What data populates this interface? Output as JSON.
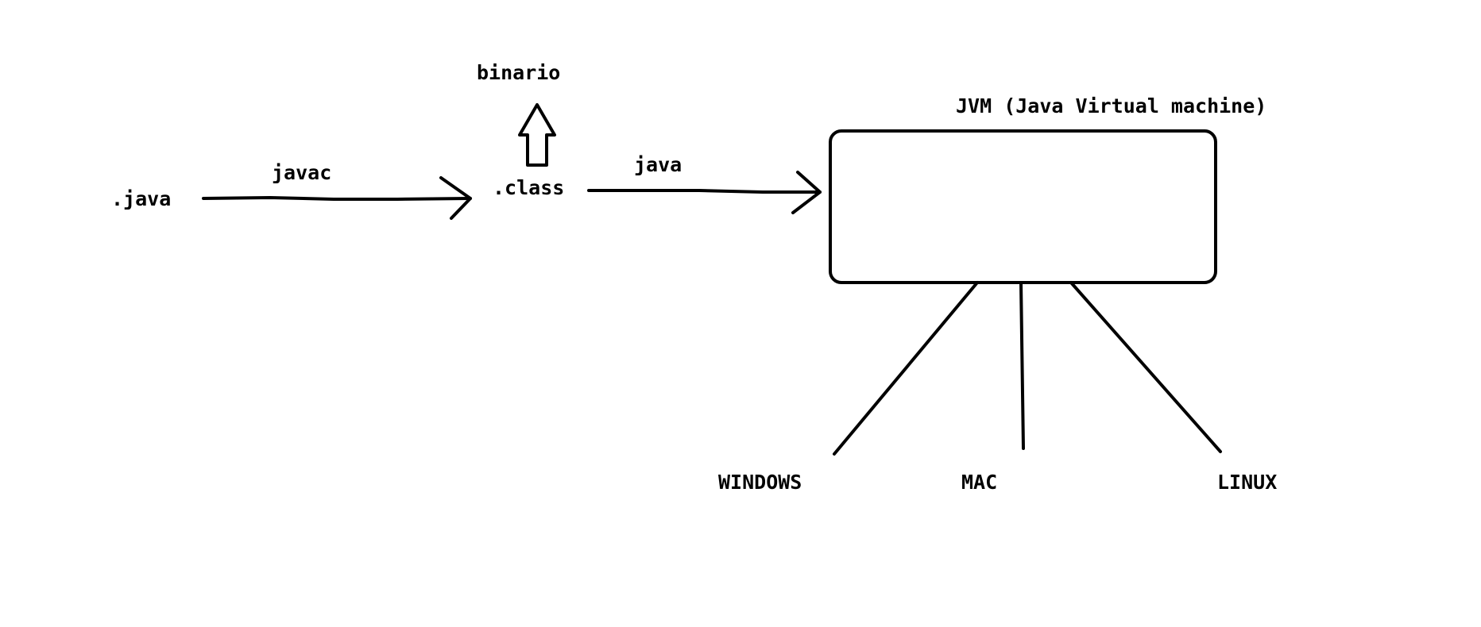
{
  "labels": {
    "source_file": ".java",
    "compiler": "javac",
    "bytecode_file": ".class",
    "bytecode_note": "binario",
    "runner": "java",
    "vm": "JVM (Java Virtual machine)",
    "os_windows": "WINDOWS",
    "os_mac": "MAC",
    "os_linux": "LINUX"
  },
  "colors": {
    "ink": "#000000",
    "background": "#ffffff"
  }
}
